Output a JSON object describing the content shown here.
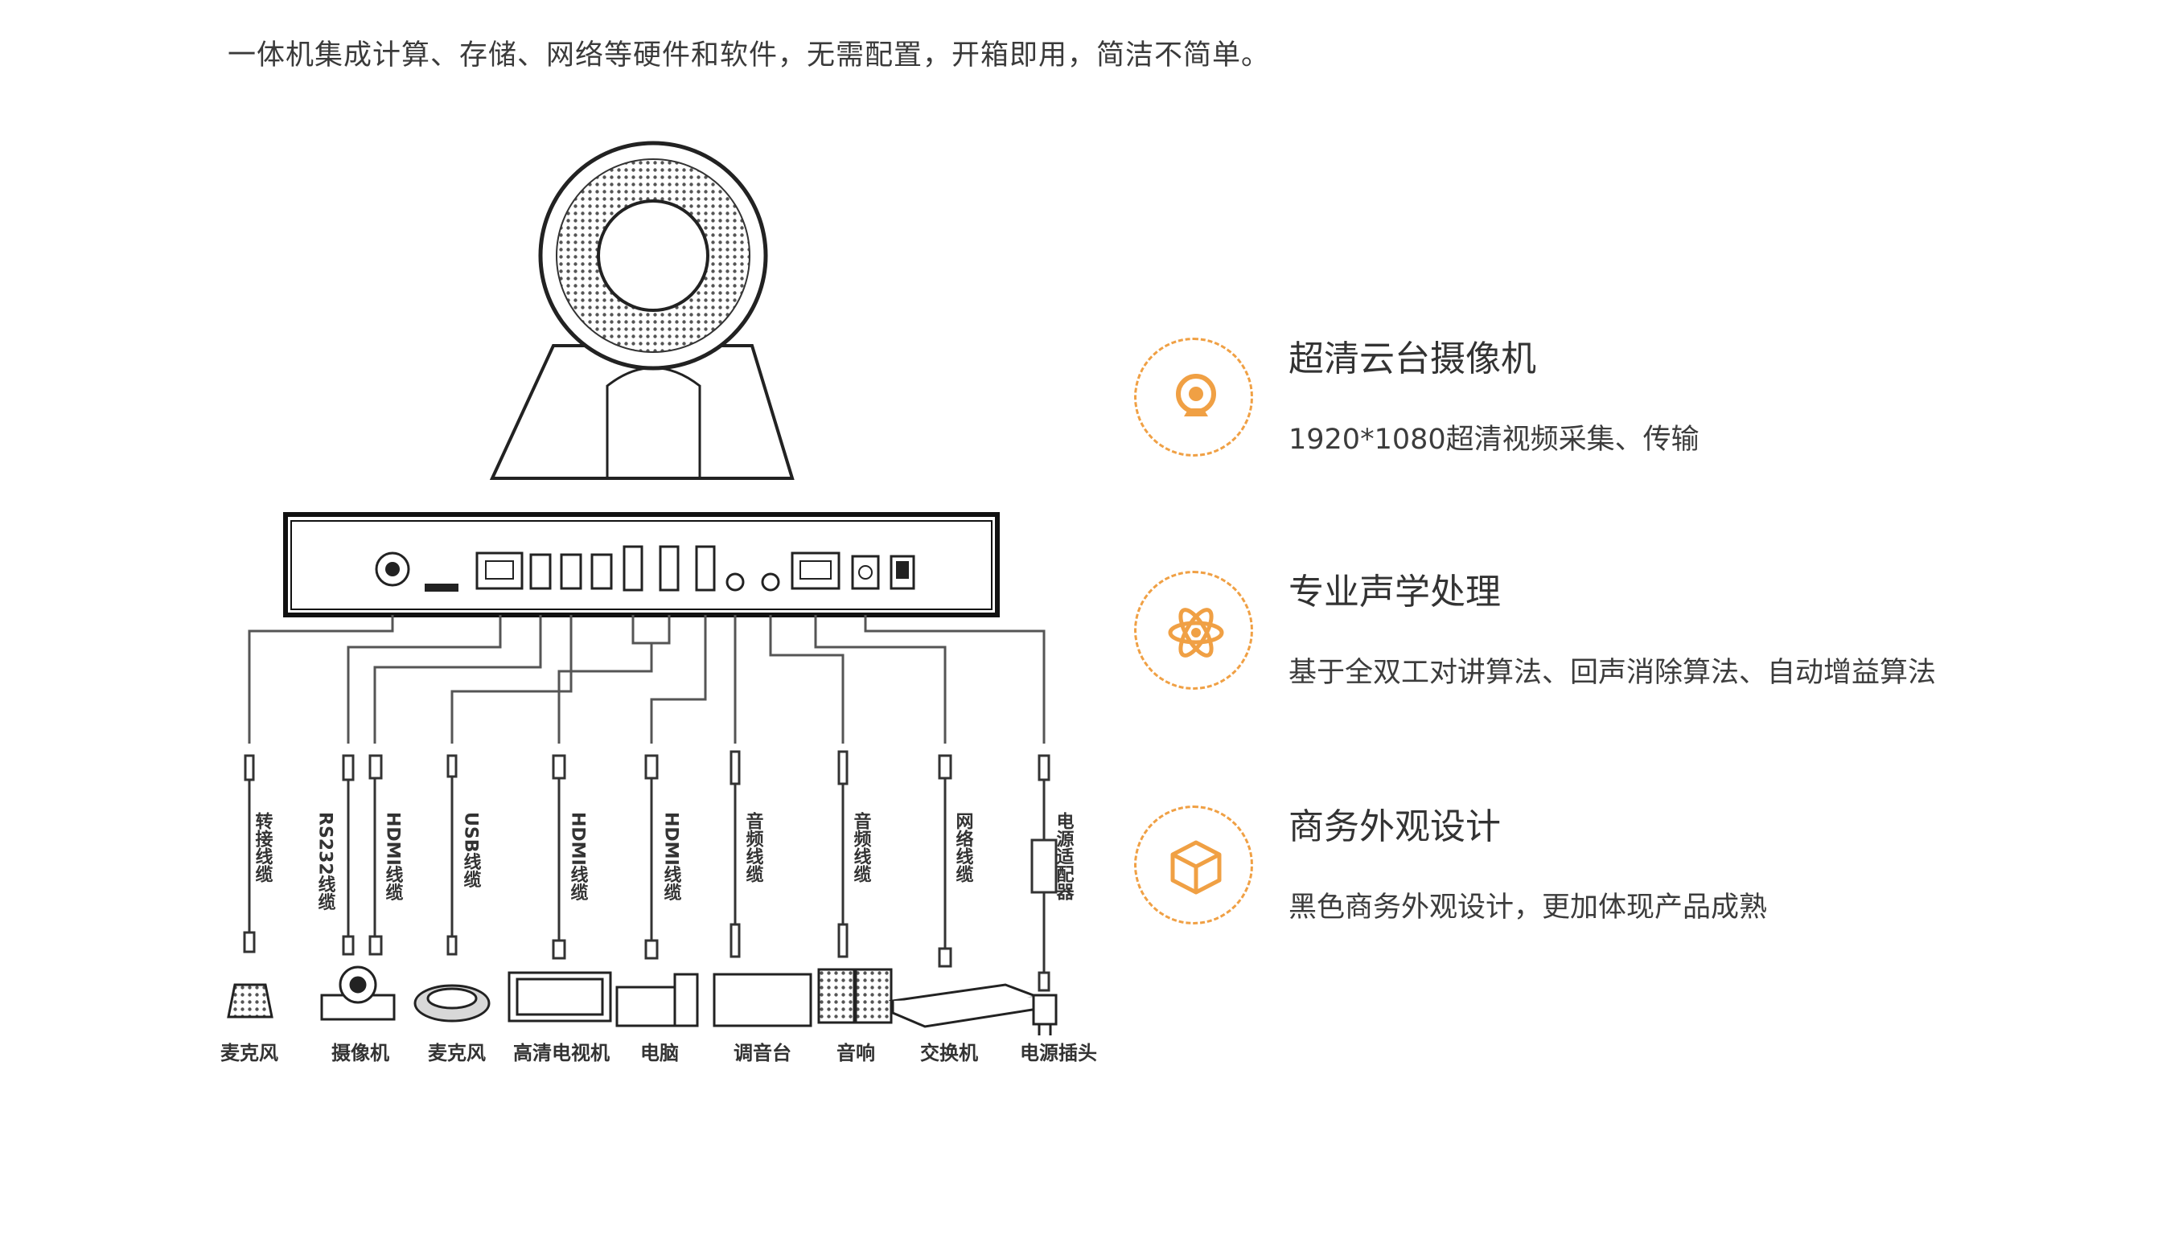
{
  "intro_text": "一体机集成计算、存储、网络等硬件和软件，无需配置，开箱即用，简洁不简单。",
  "accent_color": "#f0a044",
  "features": [
    {
      "icon": "webcam-icon",
      "title": "超清云台摄像机",
      "desc": "1920*1080超清视频采集、传输"
    },
    {
      "icon": "atom-icon",
      "title": "专业声学处理",
      "desc": "基于全双工对讲算法、回声消除算法、自动增益算法"
    },
    {
      "icon": "cube-icon",
      "title": "商务外观设计",
      "desc": "黑色商务外观设计，更加体现产品成熟"
    }
  ],
  "diagram": {
    "cables": [
      "转接线缆",
      "RS232线缆",
      "HDMI线缆",
      "USB线缆",
      "HDMI线缆",
      "HDMI线缆",
      "音频线缆",
      "音频线缆",
      "网络线缆",
      "电源适配器"
    ],
    "devices": [
      "麦克风",
      "摄像机",
      "麦克风",
      "高清电视机",
      "电脑",
      "调音台",
      "音响",
      "交换机",
      "电源插头"
    ]
  }
}
